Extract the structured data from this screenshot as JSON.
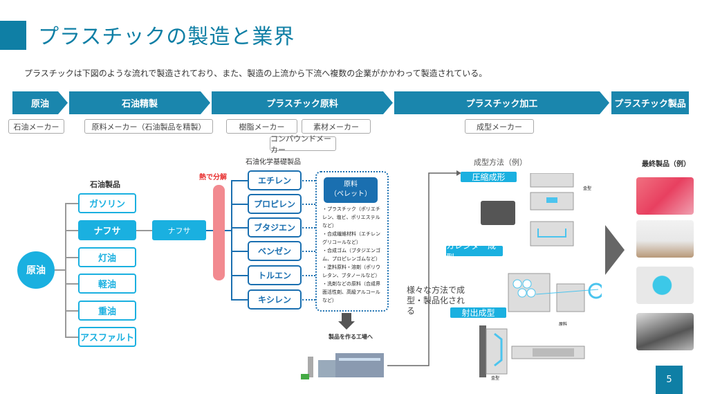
{
  "title": "プラスチックの製造と業界",
  "subtitle": "プラスチックは下図のような流れで製造されており、また、製造の上流から下流へ複数の企業がかかわって製造されている。",
  "stages": [
    "原油",
    "石油精製",
    "プラスチック原料",
    "プラスチック加工",
    "プラスチック製品"
  ],
  "companies": [
    "石油メーカー",
    "原料メーカー（石油製品を精製）",
    "樹脂メーカー",
    "素材メーカー",
    "コンパウンドメーカー",
    "成型メーカー"
  ],
  "crude": "原油",
  "petroleum_label": "石油製品",
  "petroleum_products": [
    "ガソリン",
    "ナフサ",
    "灯油",
    "軽油",
    "重油",
    "アスファルト"
  ],
  "naphtha": "ナフサ",
  "cracking": "熱で分解",
  "basic_label": "石油化学基礎製品",
  "basic_products": [
    "エチレン",
    "プロピレン",
    "ブタジエン",
    "ベンゼン",
    "トルエン",
    "キシレン"
  ],
  "pellet": {
    "title": "原料",
    "sub": "（ペレット）",
    "items": [
      "・プラスチック（ポリエチレン、塩ビ、ポリエステルなど）",
      "・合成繊維材料（エチレングリコールなど）",
      "・合成ゴム（ブタジエンゴム、プロピレンゴムなど）",
      "・塗料原料・溶剤（ポリウレタン、ブタノールなど）",
      "・洗剤などの原料（合成界面活性剤、高級アルコールなど）"
    ]
  },
  "factory_label": "製品を作る工場へ",
  "methods_label": "成型方法（例）",
  "methods": [
    "圧縮成形",
    "カレンダー成型",
    "射出成型"
  ],
  "mold_label": "金型",
  "material_label": "原料",
  "various": "様々な方法で成型・製品化される",
  "final_label": "最終製品（例）",
  "page": "5",
  "colors": {
    "primary": "#0f7fa5",
    "cyan": "#1ab0e0",
    "blue": "#1a6fb0",
    "red": "#e83030",
    "pink": "#f28a90"
  }
}
